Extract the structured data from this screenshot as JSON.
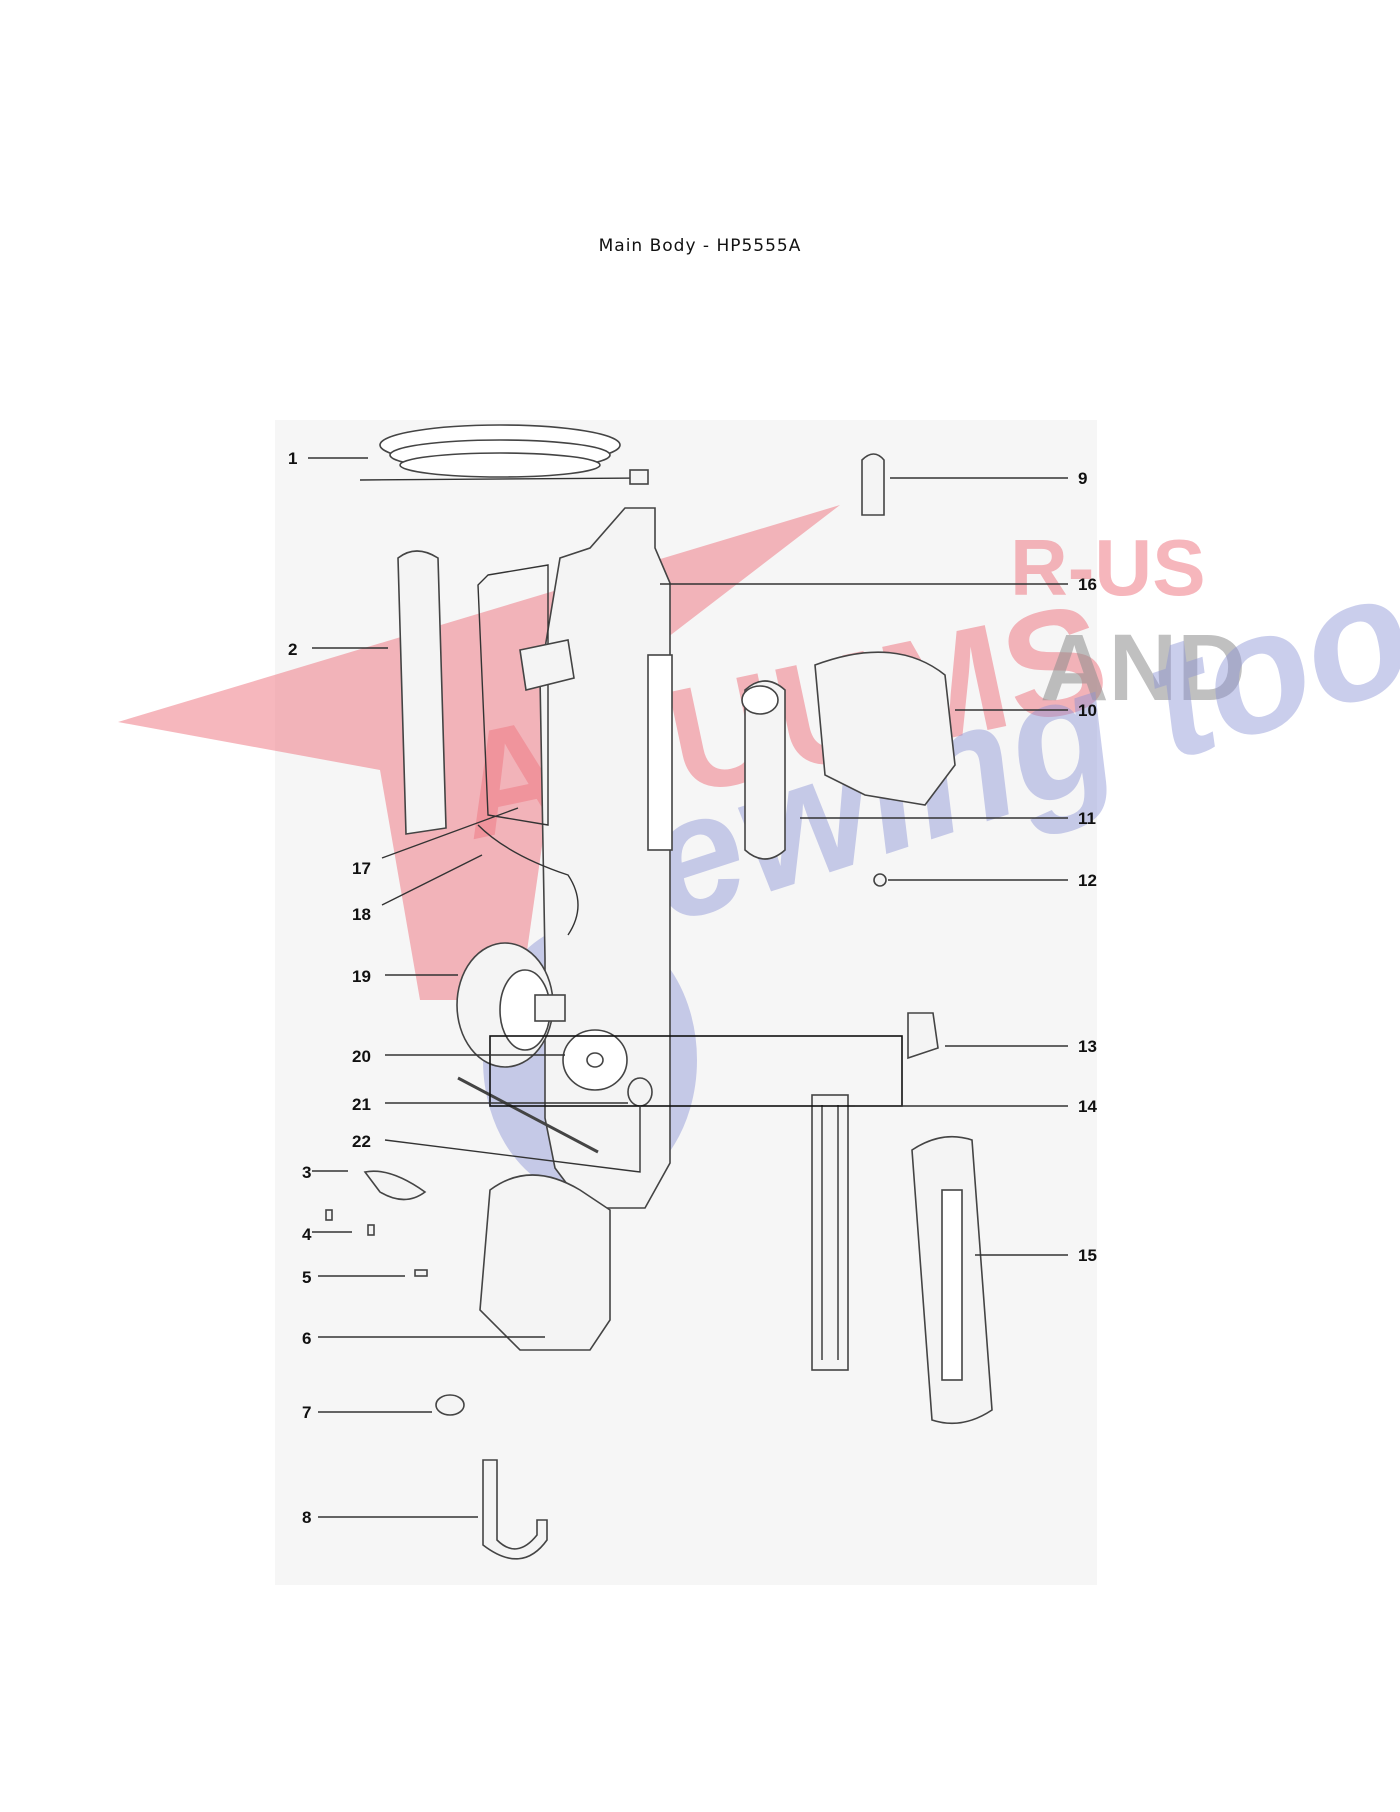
{
  "page": {
    "title": "Main Body - HP5555A"
  },
  "watermark": {
    "logo_text": "VACUUMS R-US AND Sewing too",
    "colors": {
      "red": "#ef7b86",
      "gray": "#8e8e8e",
      "blue": "#8c93d6"
    }
  },
  "callouts": [
    "1",
    "2",
    "3",
    "4",
    "5",
    "6",
    "7",
    "8",
    "9",
    "10",
    "11",
    "12",
    "13",
    "14",
    "15",
    "16",
    "17",
    "18",
    "19",
    "20",
    "21",
    "22"
  ],
  "colors": {
    "ink": "#333333",
    "paper": "#f6f6f6"
  }
}
